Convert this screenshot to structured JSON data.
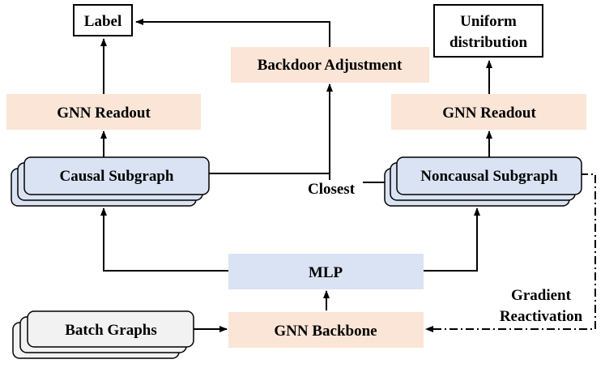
{
  "nodes": {
    "label": "Label",
    "uniform_line1": "Uniform",
    "uniform_line2": "distribution",
    "backdoor": "Backdoor Adjustment",
    "gnn_readout_left": "GNN Readout",
    "gnn_readout_right": "GNN Readout",
    "causal_subgraph": "Causal Subgraph",
    "noncausal_subgraph": "Noncausal Subgraph",
    "closest": "Closest",
    "mlp": "MLP",
    "gnn_backbone": "GNN Backbone",
    "batch_graphs": "Batch Graphs",
    "gradient_line1": "Gradient",
    "gradient_line2": "Reactivation"
  },
  "colors": {
    "orange_fill": "#fbe5d6",
    "blue_fill": "#dae3f3",
    "gray_fill": "#f2f2f2",
    "stroke": "#000000"
  }
}
